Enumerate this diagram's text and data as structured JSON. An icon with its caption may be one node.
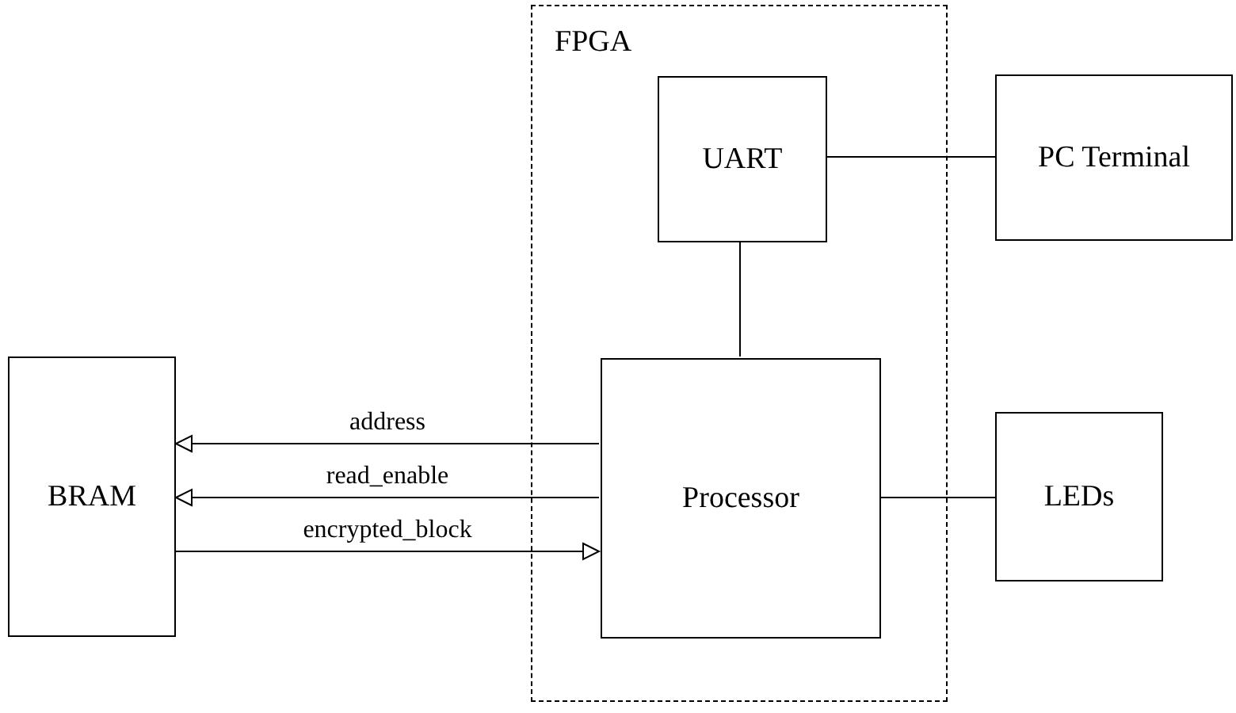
{
  "diagram": {
    "nodes": [
      {
        "text": [
          "FPGA"
        ]
      },
      {
        "text": [
          "UART"
        ],
        "in": 0
      },
      {
        "text": [
          "PC Terminal"
        ]
      },
      {
        "text": [
          "BRAM"
        ]
      },
      {
        "text": [
          "Processor"
        ],
        "in": 0
      },
      {
        "text": [
          "LEDs"
        ]
      }
    ],
    "edges": [
      {
        "from": 1,
        "to": 2,
        "arrow": "none"
      },
      {
        "from": 1,
        "to": 4,
        "arrow": "none"
      },
      {
        "from": 4,
        "to": 3,
        "arrow": "to",
        "label": "address"
      },
      {
        "from": 4,
        "to": 3,
        "arrow": "to",
        "label": "read_enable"
      },
      {
        "from": 3,
        "to": 4,
        "arrow": "to",
        "label": "encrypted_block"
      },
      {
        "from": 4,
        "to": 5,
        "arrow": "none"
      }
    ]
  }
}
